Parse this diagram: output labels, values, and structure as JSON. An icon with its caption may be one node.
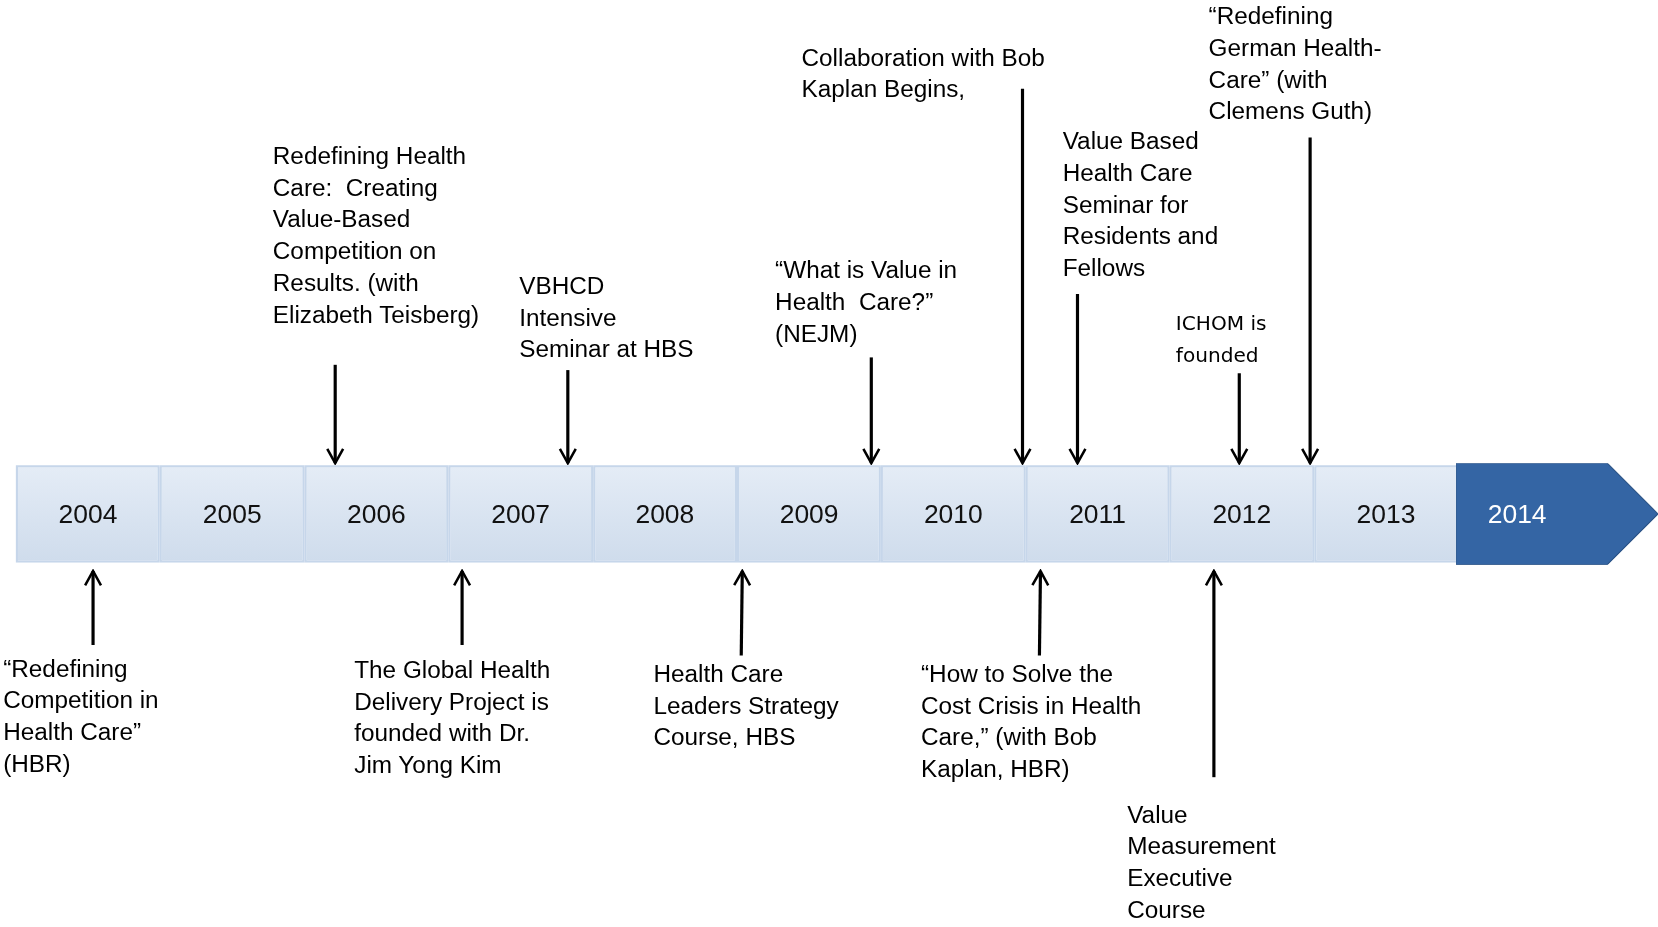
{
  "diagram": {
    "nodes": [
      {
        "text": [
          "2004"
        ]
      },
      {
        "text": [
          "2005"
        ]
      },
      {
        "text": [
          "2006"
        ]
      },
      {
        "text": [
          "2007"
        ]
      },
      {
        "text": [
          "2008"
        ]
      },
      {
        "text": [
          "2009"
        ]
      },
      {
        "text": [
          "2010"
        ]
      },
      {
        "text": [
          "2011"
        ]
      },
      {
        "text": [
          "2012"
        ]
      },
      {
        "text": [
          "2013"
        ]
      },
      {
        "text": [
          "2014"
        ]
      },
      {
        "text": [
          "Redefining Health Care:  Creating Value-Based Competition on Results. (with Elizabeth Teisberg)"
        ]
      },
      {
        "text": [
          "VBHCD Intensive Seminar at HBS"
        ]
      },
      {
        "text": [
          "“What is Value in Health  Care?” (NEJM)"
        ]
      },
      {
        "text": [
          "Collaboration with Bob Kaplan Begins,"
        ]
      },
      {
        "text": [
          "Value Based Health Care Seminar for Residents and Fellows"
        ]
      },
      {
        "text": [
          "ICHOM is founded"
        ]
      },
      {
        "text": [
          "“Redefining German Health-Care” (with Clemens Guth)"
        ]
      },
      {
        "text": [
          "“Redefining Competition in Health Care” (HBR)"
        ]
      },
      {
        "text": [
          "The Global Health Delivery Project is founded with Dr. Jim Yong Kim"
        ]
      },
      {
        "text": [
          "Health Care Leaders Strategy Course, HBS"
        ]
      },
      {
        "text": [
          "“How to Solve the Cost Crisis in Health Care,” (with Bob Kaplan, HBR)"
        ]
      },
      {
        "text": [
          "Value Measurement Executive Course"
        ]
      }
    ],
    "edges": [
      {
        "from": 11,
        "to": 2,
        "arrow": "to"
      },
      {
        "from": 12,
        "to": 3,
        "arrow": "to"
      },
      {
        "from": 13,
        "to": 5,
        "arrow": "to"
      },
      {
        "from": 14,
        "to": 6,
        "arrow": "to"
      },
      {
        "from": 15,
        "to": 7,
        "arrow": "to"
      },
      {
        "from": 16,
        "to": 8,
        "arrow": "to"
      },
      {
        "from": 17,
        "to": 8,
        "arrow": "to"
      },
      {
        "from": 18,
        "to": 0,
        "arrow": "to"
      },
      {
        "from": 19,
        "to": 3,
        "arrow": "to"
      },
      {
        "from": 20,
        "to": 5,
        "arrow": "to"
      },
      {
        "from": 21,
        "to": 7,
        "arrow": "to"
      },
      {
        "from": 22,
        "to": 8,
        "arrow": "to"
      }
    ]
  }
}
